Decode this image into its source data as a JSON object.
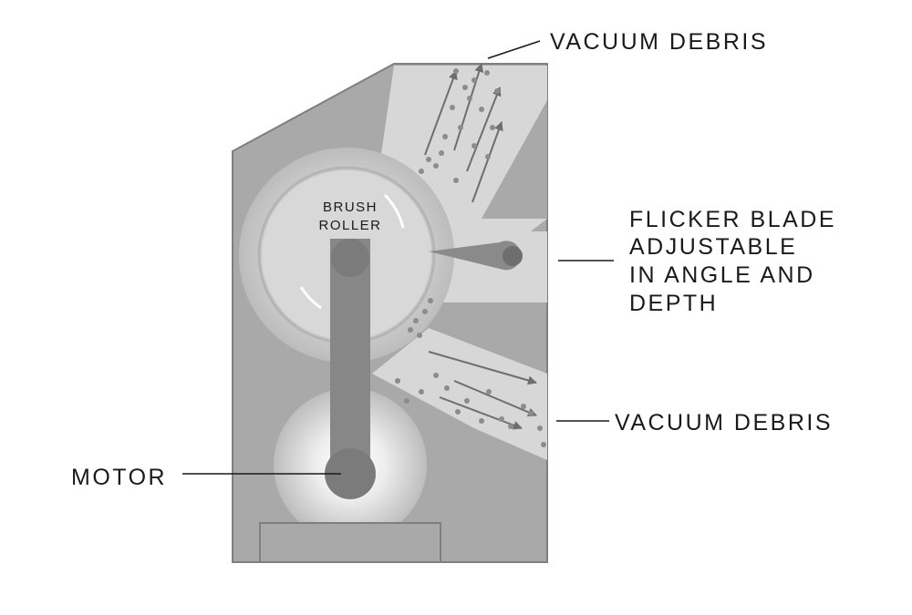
{
  "labels": {
    "vacuum_debris_top": "VACUUM DEBRIS",
    "flicker_blade": [
      "FLICKER BLADE",
      "ADJUSTABLE",
      "IN ANGLE AND",
      "DEPTH"
    ],
    "vacuum_debris_bottom": "VACUUM DEBRIS",
    "motor": "MOTOR",
    "brush_roller": [
      "BRUSH",
      "ROLLER"
    ]
  },
  "colors": {
    "housing": "#a9a9a9",
    "housing_stroke": "#7f7f7f",
    "channel": "#d7d7d7",
    "roller_ring": "#c4c4c4",
    "roller_face": "#d8d8d8",
    "shaft": "#878787",
    "arrow": "#6e6e6e",
    "debris": "#8c8c8c",
    "leader": "#1a1a1a"
  }
}
